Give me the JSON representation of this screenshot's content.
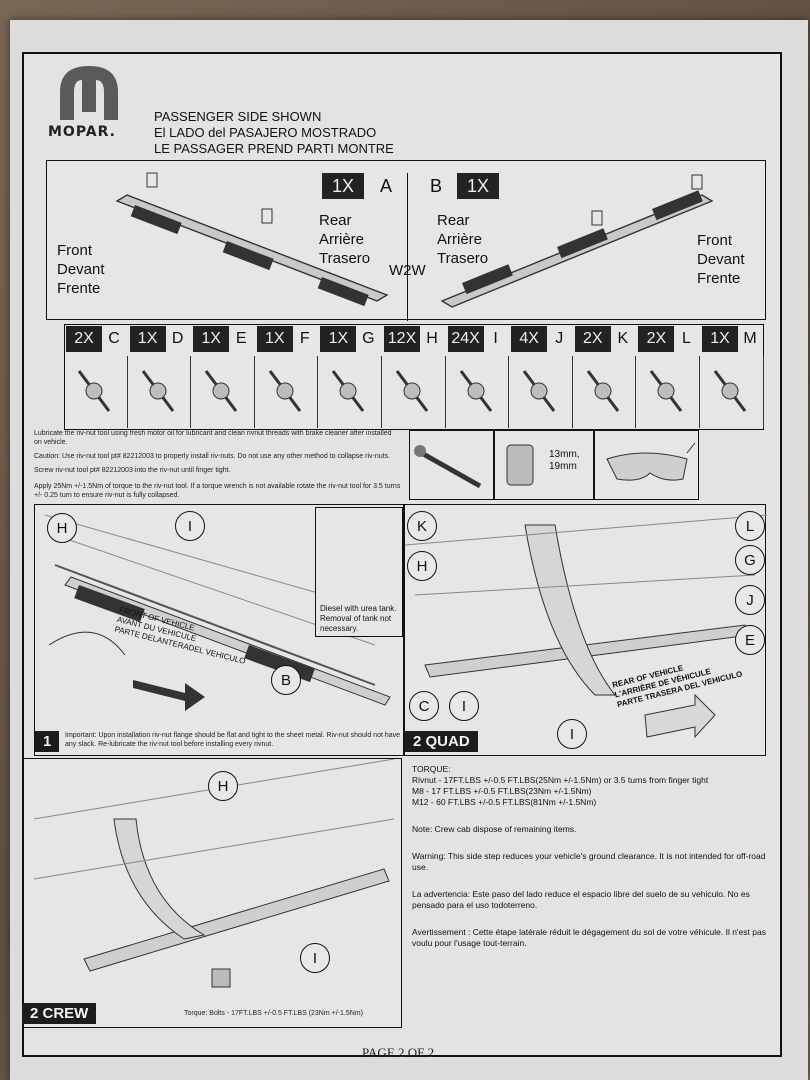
{
  "header": {
    "brand": "MOPAR.",
    "line1": "PASSENGER SIDE SHOWN",
    "line2": "El LADO del PASAJERO MOSTRADO",
    "line3": "LE PASSAGER PREND PARTI MONTRE"
  },
  "rails": {
    "a_qty": "1X",
    "a_letter": "A",
    "b_letter": "B",
    "b_qty": "1X",
    "front_en": "Front",
    "front_fr": "Devant",
    "front_es": "Frente",
    "rear_en": "Rear",
    "rear_fr": "Arrière",
    "rear_es": "Trasero",
    "w2w": "W2W"
  },
  "parts": [
    {
      "qty": "2X",
      "letter": "C",
      "icon": "bracket-c-icon"
    },
    {
      "qty": "1X",
      "letter": "D",
      "icon": "bracket-d-icon"
    },
    {
      "qty": "1X",
      "letter": "E",
      "icon": "bracket-e-icon"
    },
    {
      "qty": "1X",
      "letter": "F",
      "icon": "strap-f-icon"
    },
    {
      "qty": "1X",
      "letter": "G",
      "icon": "strap-g-icon"
    },
    {
      "qty": "12X",
      "letter": "H",
      "icon": "rivnut-icon"
    },
    {
      "qty": "24X",
      "letter": "I",
      "icon": "bolt-icon"
    },
    {
      "qty": "4X",
      "letter": "J",
      "icon": "flange-nut-icon"
    },
    {
      "qty": "2X",
      "letter": "K",
      "icon": "hex-bolt-icon"
    },
    {
      "qty": "2X",
      "letter": "L",
      "icon": "nut-icon"
    },
    {
      "qty": "1X",
      "letter": "M",
      "icon": "rivnut-tool-icon"
    }
  ],
  "notes": {
    "lubricate": "Lubricate the riv-nut tool using fresh motor oil for lubricant and clean rivnut threads with brake cleaner after installed on vehicle.",
    "caution": "Caution: Use riv-nut tool pt# 82212003 to properly install riv-nuts. Do not use any other method to collapse riv-nuts.",
    "screw": "Screw riv-nut tool pt# 82212003 into the riv-nut until finger tight.",
    "apply": "Apply 25Nm +/-1.5Nm of torque to the riv-nut tool. If a torque wrench is not available rotate the riv-nut tool for 3.5 turns +/- 0.25 turn to ensure riv-nut is fully collapsed."
  },
  "tools": {
    "socket1": "13mm,",
    "socket2": "19mm"
  },
  "labels": {
    "h": "H",
    "i": "I",
    "b": "B",
    "k": "K",
    "l": "L",
    "g": "G",
    "j": "J",
    "e": "E",
    "c": "C"
  },
  "step1": {
    "label": "1",
    "front_en": "FRONT OF VEHICLE",
    "front_fr": "AVANT DU VEHICULE",
    "front_es": "PARTE DELANTERADEL VEHICULO",
    "diesel": "Diesel with urea tank. Removal of tank not necessary.",
    "important": "Important: Upon installation riv-nut flange should be flat and tight to the sheet metal. Riv-nut should not have any slack. Re-lubricate the riv-nut tool before installing every rivnut."
  },
  "step2q": {
    "label": "2 QUAD",
    "rear_en": "REAR OF VEHICLE",
    "rear_fr": "L'ARRIÈRE DE VÉHICULE",
    "rear_es": "PARTE TRASERA DEL VEHICULO"
  },
  "step2c": {
    "label": "2 CREW",
    "torque": "Torque: Bolts - 17FT.LBS +/-0.5 FT.LBS (23Nm +/-1.5Nm)"
  },
  "torque": {
    "heading": "TORQUE:",
    "rivnut": "Rivnut - 17FT.LBS +/-0.5 FT.LBS(25Nm +/-1.5Nm) or 3.5 turns from finger tight",
    "m8": "M8 - 17 FT.LBS +/-0.5 FT.LBS(23Nm +/-1.5Nm)",
    "m12": "M12 - 60 FT.LBS +/-0.5 FT.LBS(81Nm +/-1.5Nm)",
    "note": "Note: Crew cab dispose of remaining items.",
    "warning_en": "Warning: This side step reduces your vehicle's ground clearance. It is not intended for off-road use.",
    "warning_es": "La advertencia: Este paso del lado reduce el espacio libre del suelo de su vehiculo. No es pensado para el uso todoterreno.",
    "warning_fr": "Avertissement : Cette étape latérale réduit le dégagement du sol de votre véhicule. Il n'est pas voulu pour l'usage tout-terrain."
  },
  "footer": {
    "page": "PAGE 2 OF 2"
  }
}
